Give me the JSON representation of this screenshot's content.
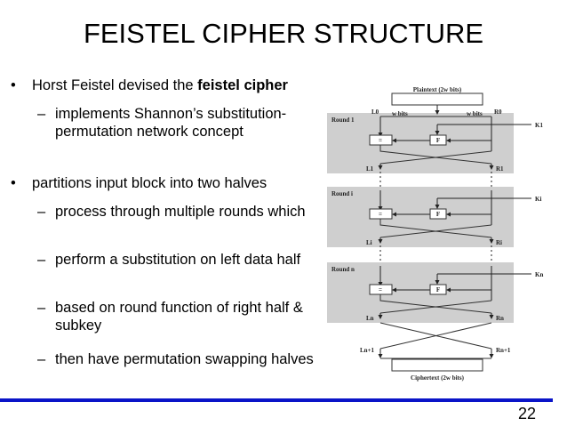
{
  "title": "FEISTEL CIPHER STRUCTURE",
  "bullets": [
    {
      "text": "Horst Feistel devised the ",
      "bold": "feistel cipher",
      "sub": [
        "implements Shannon’s substitution-permutation network concept"
      ]
    },
    {
      "text": "partitions input block into two halves",
      "sub": [
        "process through multiple rounds which",
        "perform a substitution on left data half",
        "based on round function of right half & subkey",
        "then have permutation swapping halves"
      ]
    }
  ],
  "page_number": "22",
  "colors": {
    "rule": "#0a14c8",
    "round_bg": "#cfcfcf"
  },
  "diagram": {
    "plaintext": "Plaintext (2w bits)",
    "ciphertext": "Ciphertext (2w bits)",
    "w_bits": "w bits",
    "L0": "L0",
    "R0": "R0",
    "rounds": [
      {
        "label": "Round 1",
        "key": "K1",
        "L": "L1",
        "R": "R1"
      },
      {
        "label": "Round i",
        "key": "Ki",
        "L": "Li",
        "R": "Ri"
      },
      {
        "label": "Round n",
        "key": "Kn",
        "L": "Ln",
        "R": "Rn"
      }
    ],
    "xor": "=",
    "f": "F",
    "Lfinal": "Ln+1",
    "Rfinal": "Rn+1"
  }
}
